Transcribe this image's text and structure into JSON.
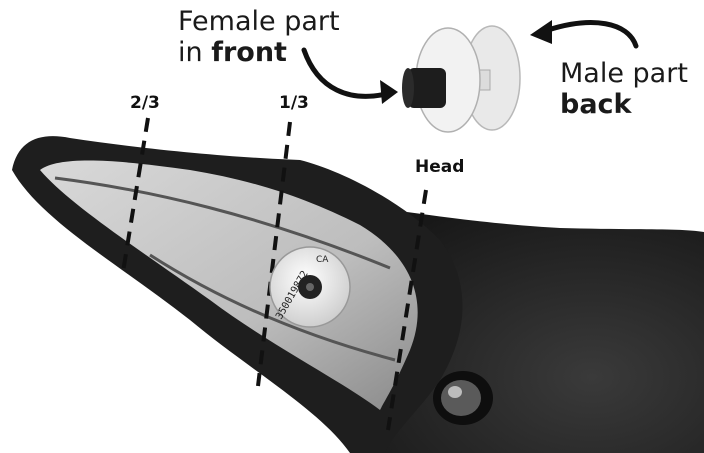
{
  "labels": {
    "female_line1": "Female part",
    "female_line2_prefix": "in ",
    "female_line2_bold": "front",
    "male_line1": "Male part",
    "male_line2_bold": "back"
  },
  "markers": {
    "two_thirds": "2/3",
    "one_third": "1/3",
    "head": "Head"
  },
  "tag": {
    "number": "350019872",
    "country": "CA"
  },
  "colors": {
    "text": "#1a1a1a",
    "tag_body": "#eeeeee",
    "ear_fur": "#222222",
    "ear_inner": "#cfcfcf"
  },
  "icons": [
    "arrow-icon",
    "ear-tag-icon"
  ]
}
